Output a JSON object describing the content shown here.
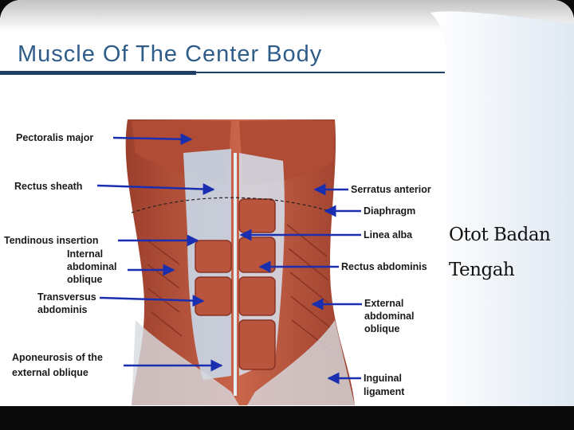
{
  "slide": {
    "title": "Muscle Of The Center Body",
    "caption_line1": "Otot Badan",
    "caption_line2": "Tengah"
  },
  "figure": {
    "labels_left": [
      "Pectoralis major",
      "Rectus sheath",
      "Tendinous insertion",
      "Internal",
      "abdominal",
      "oblique",
      "Transversus",
      "abdominis",
      "Aponeurosis of the",
      "external oblique"
    ],
    "labels_right": [
      "Serratus anterior",
      "Diaphragm",
      "Linea alba",
      "Rectus abdominis",
      "External",
      "abdominal",
      "oblique",
      "Inguinal",
      "ligament"
    ]
  },
  "colors": {
    "title": "#2f5d8a",
    "rule": "#1e3f66",
    "arrow": "#1a2fb0",
    "muscle": "#b8563f",
    "fascia": "#c9d8e8"
  }
}
